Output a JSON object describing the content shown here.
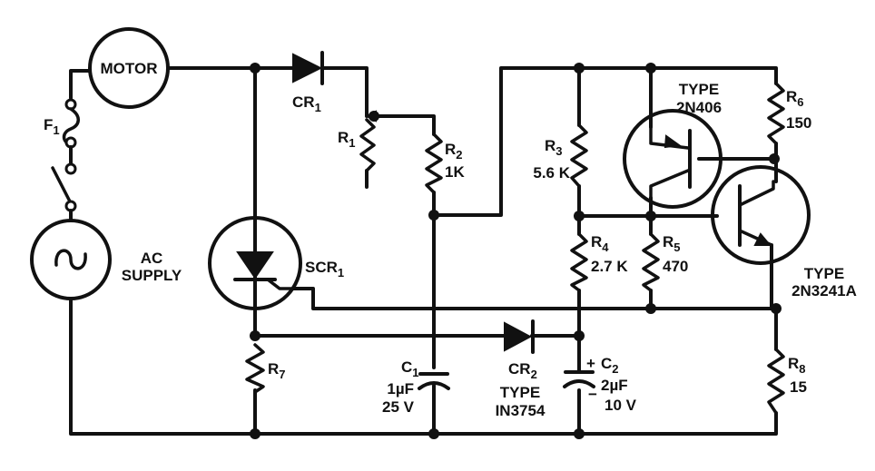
{
  "diagram": {
    "title": "SCR motor speed control circuit",
    "ink_color": "#111111",
    "background": "#ffffff"
  },
  "components": {
    "motor": {
      "label": "MOTOR"
    },
    "fuse": {
      "ref": "F",
      "sub": "1"
    },
    "switch": {
      "kind": "SPST"
    },
    "ac_supply": {
      "line1": "AC",
      "line2": "SUPPLY",
      "symbol": "~"
    },
    "cr1": {
      "ref": "CR",
      "sub": "1"
    },
    "r1": {
      "ref": "R",
      "sub": "1"
    },
    "r2": {
      "ref": "R",
      "sub": "2",
      "value": "1K"
    },
    "scr1": {
      "ref": "SCR",
      "sub": "1"
    },
    "r7": {
      "ref": "R",
      "sub": "7"
    },
    "c1": {
      "ref": "C",
      "sub": "1",
      "value": "1µF",
      "voltage": "25 V"
    },
    "cr2": {
      "ref": "CR",
      "sub": "2",
      "type_label": "TYPE",
      "part": "IN3754"
    },
    "c2": {
      "polarity_plus": "+",
      "polarity_minus": "−",
      "ref": "C",
      "sub": "2",
      "value": "2µF",
      "voltage": "10 V"
    },
    "r3": {
      "ref": "R",
      "sub": "3",
      "value": "5.6 K"
    },
    "r4": {
      "ref": "R",
      "sub": "4",
      "value": "2.7 K"
    },
    "r5": {
      "ref": "R",
      "sub": "5",
      "value": "470"
    },
    "r6": {
      "ref": "R",
      "sub": "6",
      "value": "150"
    },
    "r8": {
      "ref": "R",
      "sub": "8",
      "value": "15"
    },
    "q1": {
      "type_label": "TYPE",
      "part": "2N406",
      "polarity": "PNP"
    },
    "q2": {
      "type_label": "TYPE",
      "part": "2N3241A",
      "polarity": "NPN"
    }
  }
}
